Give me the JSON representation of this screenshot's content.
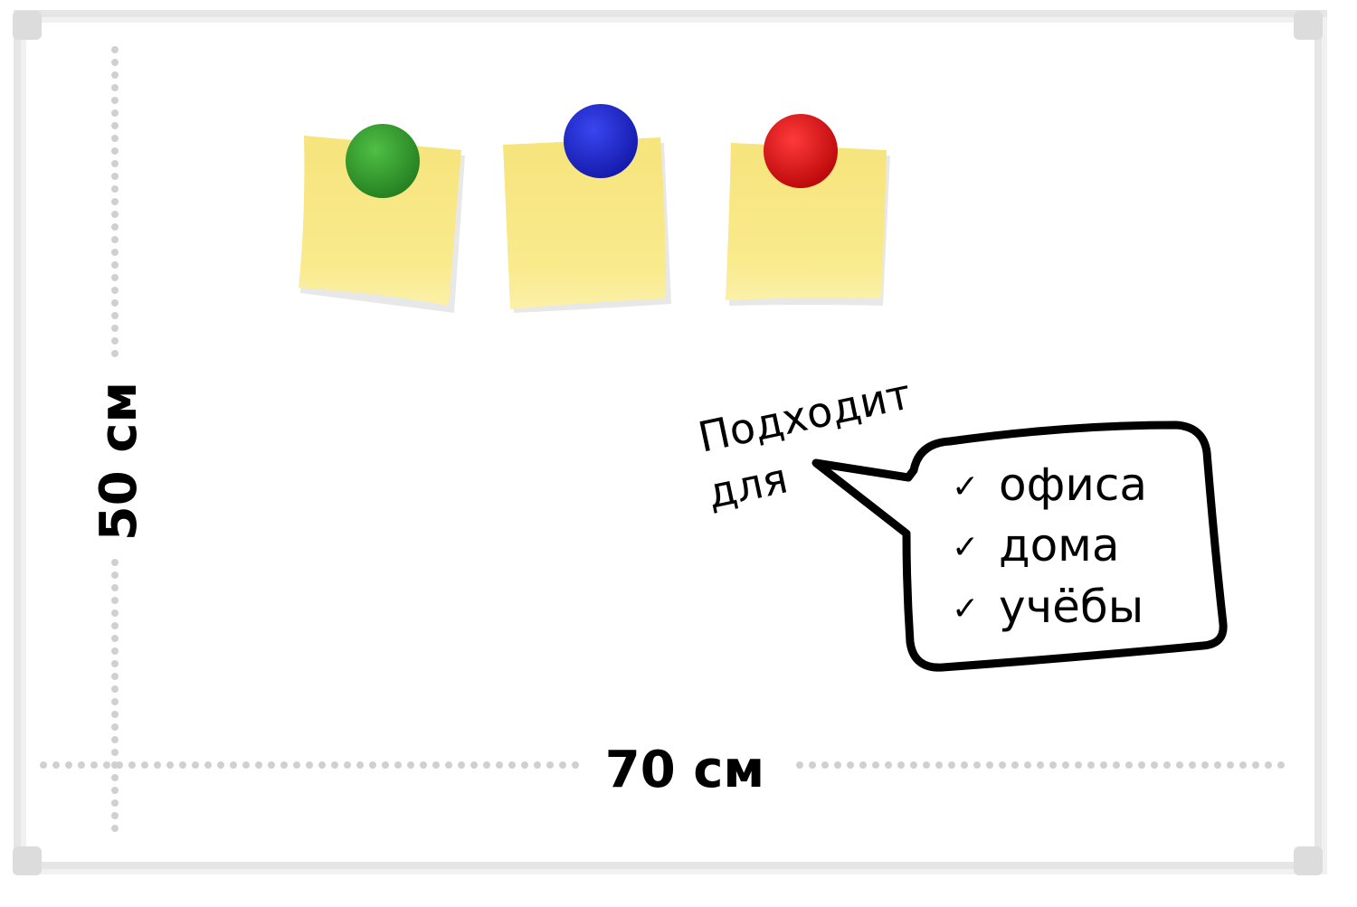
{
  "board": {
    "width_label": "70 см",
    "height_label": "50 см"
  },
  "notes": [
    {
      "name": "sticky-note-green-magnet",
      "magnet_color": "#2e9a2a",
      "note_color": "#f8e887"
    },
    {
      "name": "sticky-note-blue-magnet",
      "magnet_color": "#1f2ad6",
      "note_color": "#f8e887"
    },
    {
      "name": "sticky-note-red-magnet",
      "magnet_color": "#e30d10",
      "note_color": "#f8e887"
    }
  ],
  "callout": {
    "line1": "Подходит",
    "line2": "для",
    "items": [
      {
        "check": "✓",
        "text": "офиса"
      },
      {
        "check": "✓",
        "text": "дома"
      },
      {
        "check": "✓",
        "text": "учёбы"
      }
    ]
  },
  "colors": {
    "frame": "#e4e4e4",
    "dots": "#d2d2d2",
    "ink": "#000000"
  }
}
